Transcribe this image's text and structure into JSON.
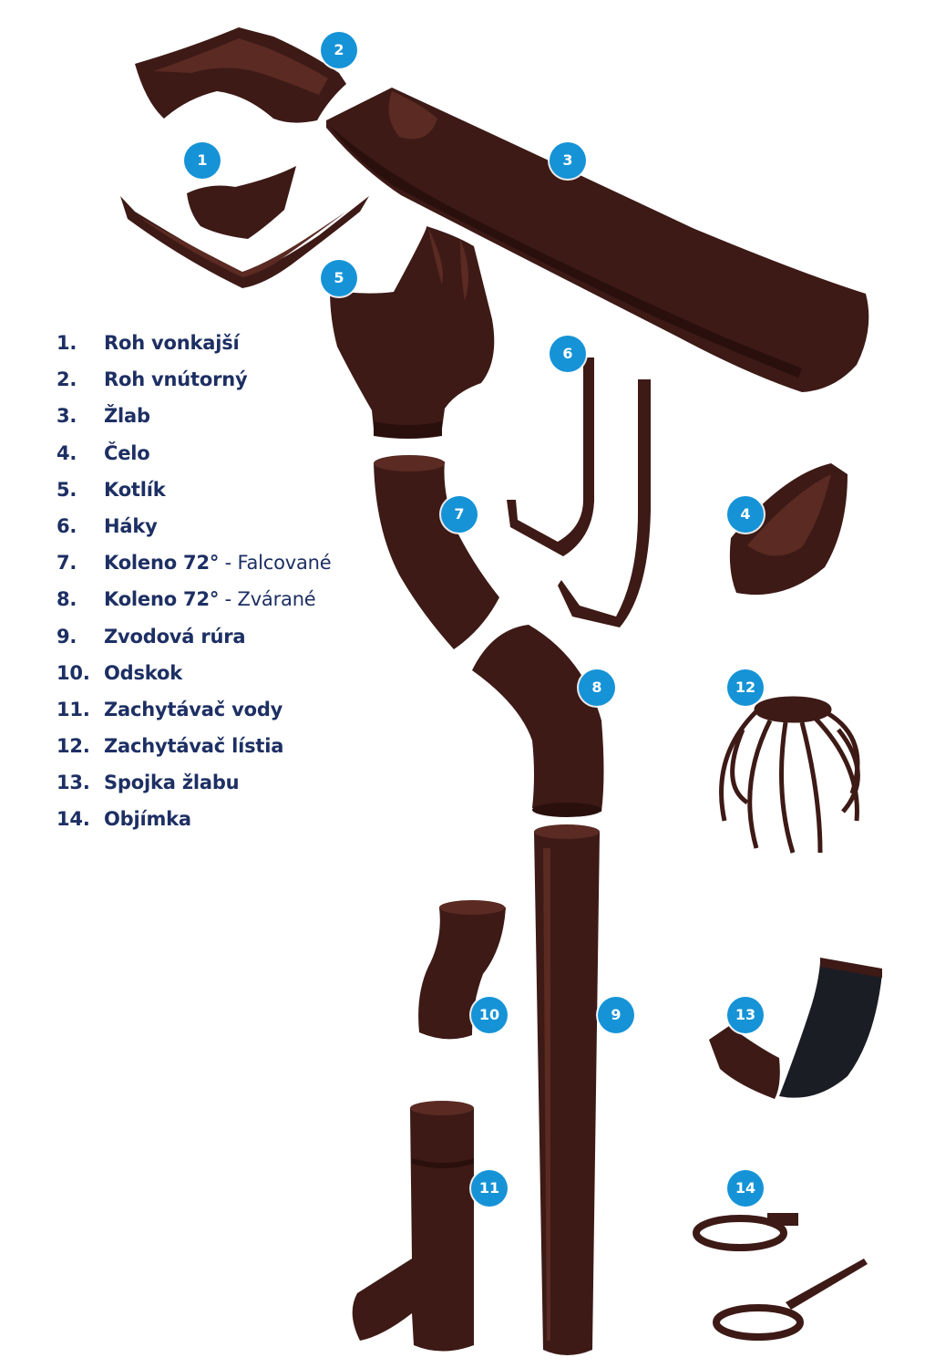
{
  "legend": [
    {
      "num": "1.",
      "label": "Roh vonkajší",
      "sub": ""
    },
    {
      "num": "2.",
      "label": "Roh vnútorný",
      "sub": ""
    },
    {
      "num": "3.",
      "label": "Žlab",
      "sub": ""
    },
    {
      "num": "4.",
      "label": "Čelo",
      "sub": ""
    },
    {
      "num": "5.",
      "label": "Kotlík",
      "sub": ""
    },
    {
      "num": "6.",
      "label": "Háky",
      "sub": ""
    },
    {
      "num": "7.",
      "label": "Koleno 72°",
      "sub": " - Falcované"
    },
    {
      "num": "8.",
      "label": "Koleno 72°",
      "sub": " - Zvárané"
    },
    {
      "num": "9.",
      "label": "Zvodová rúra",
      "sub": ""
    },
    {
      "num": "10.",
      "label": "Odskok",
      "sub": ""
    },
    {
      "num": "11.",
      "label": "Zachytávač vody",
      "sub": ""
    },
    {
      "num": "12.",
      "label": "Zachytávač lístia",
      "sub": ""
    },
    {
      "num": "13.",
      "label": "Spojka žlabu",
      "sub": ""
    },
    {
      "num": "14.",
      "label": "Objímka",
      "sub": ""
    }
  ],
  "badges": [
    "1",
    "2",
    "3",
    "4",
    "5",
    "6",
    "7",
    "8",
    "9",
    "10",
    "11",
    "12",
    "13",
    "14"
  ],
  "colors": {
    "badge": "#1593d6",
    "legend_text": "#1d2f63",
    "product": "#3d1a16",
    "gasket": "#1a1d24"
  }
}
